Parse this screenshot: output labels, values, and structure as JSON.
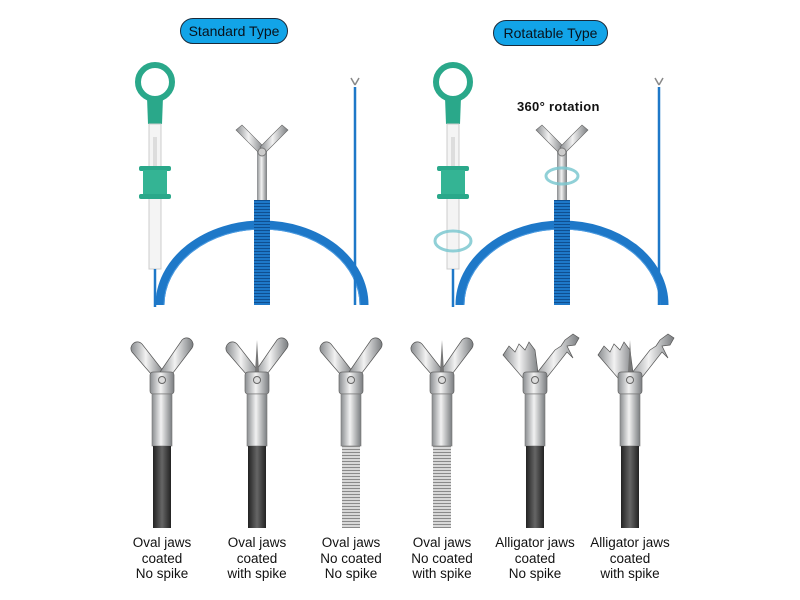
{
  "sections": {
    "standard_label": "Standard Type",
    "rotatable_label": "Rotatable Type",
    "rotation_note": "360° rotation"
  },
  "variants": [
    {
      "jaws": "Oval jaws",
      "coating": "coated",
      "spike": "No spike",
      "coil": false,
      "alligator": false,
      "has_spike": false
    },
    {
      "jaws": "Oval jaws",
      "coating": "coated",
      "spike": "with spike",
      "coil": false,
      "alligator": false,
      "has_spike": true
    },
    {
      "jaws": "Oval jaws",
      "coating": "No coated",
      "spike": "No spike",
      "coil": true,
      "alligator": false,
      "has_spike": false
    },
    {
      "jaws": "Oval jaws",
      "coating": "No coated",
      "spike": "with spike",
      "coil": true,
      "alligator": false,
      "has_spike": true
    },
    {
      "jaws": "Alligator jaws",
      "coating": "coated",
      "spike": "No spike",
      "coil": false,
      "alligator": true,
      "has_spike": false
    },
    {
      "jaws": "Alligator jaws",
      "coating": "coated",
      "spike": "with spike",
      "coil": false,
      "alligator": true,
      "has_spike": true
    }
  ],
  "colors": {
    "badge": "#12a4e8",
    "handle": "#2aa88a",
    "sheath": "#1e78c8",
    "shaft": "#3a3a3a"
  }
}
